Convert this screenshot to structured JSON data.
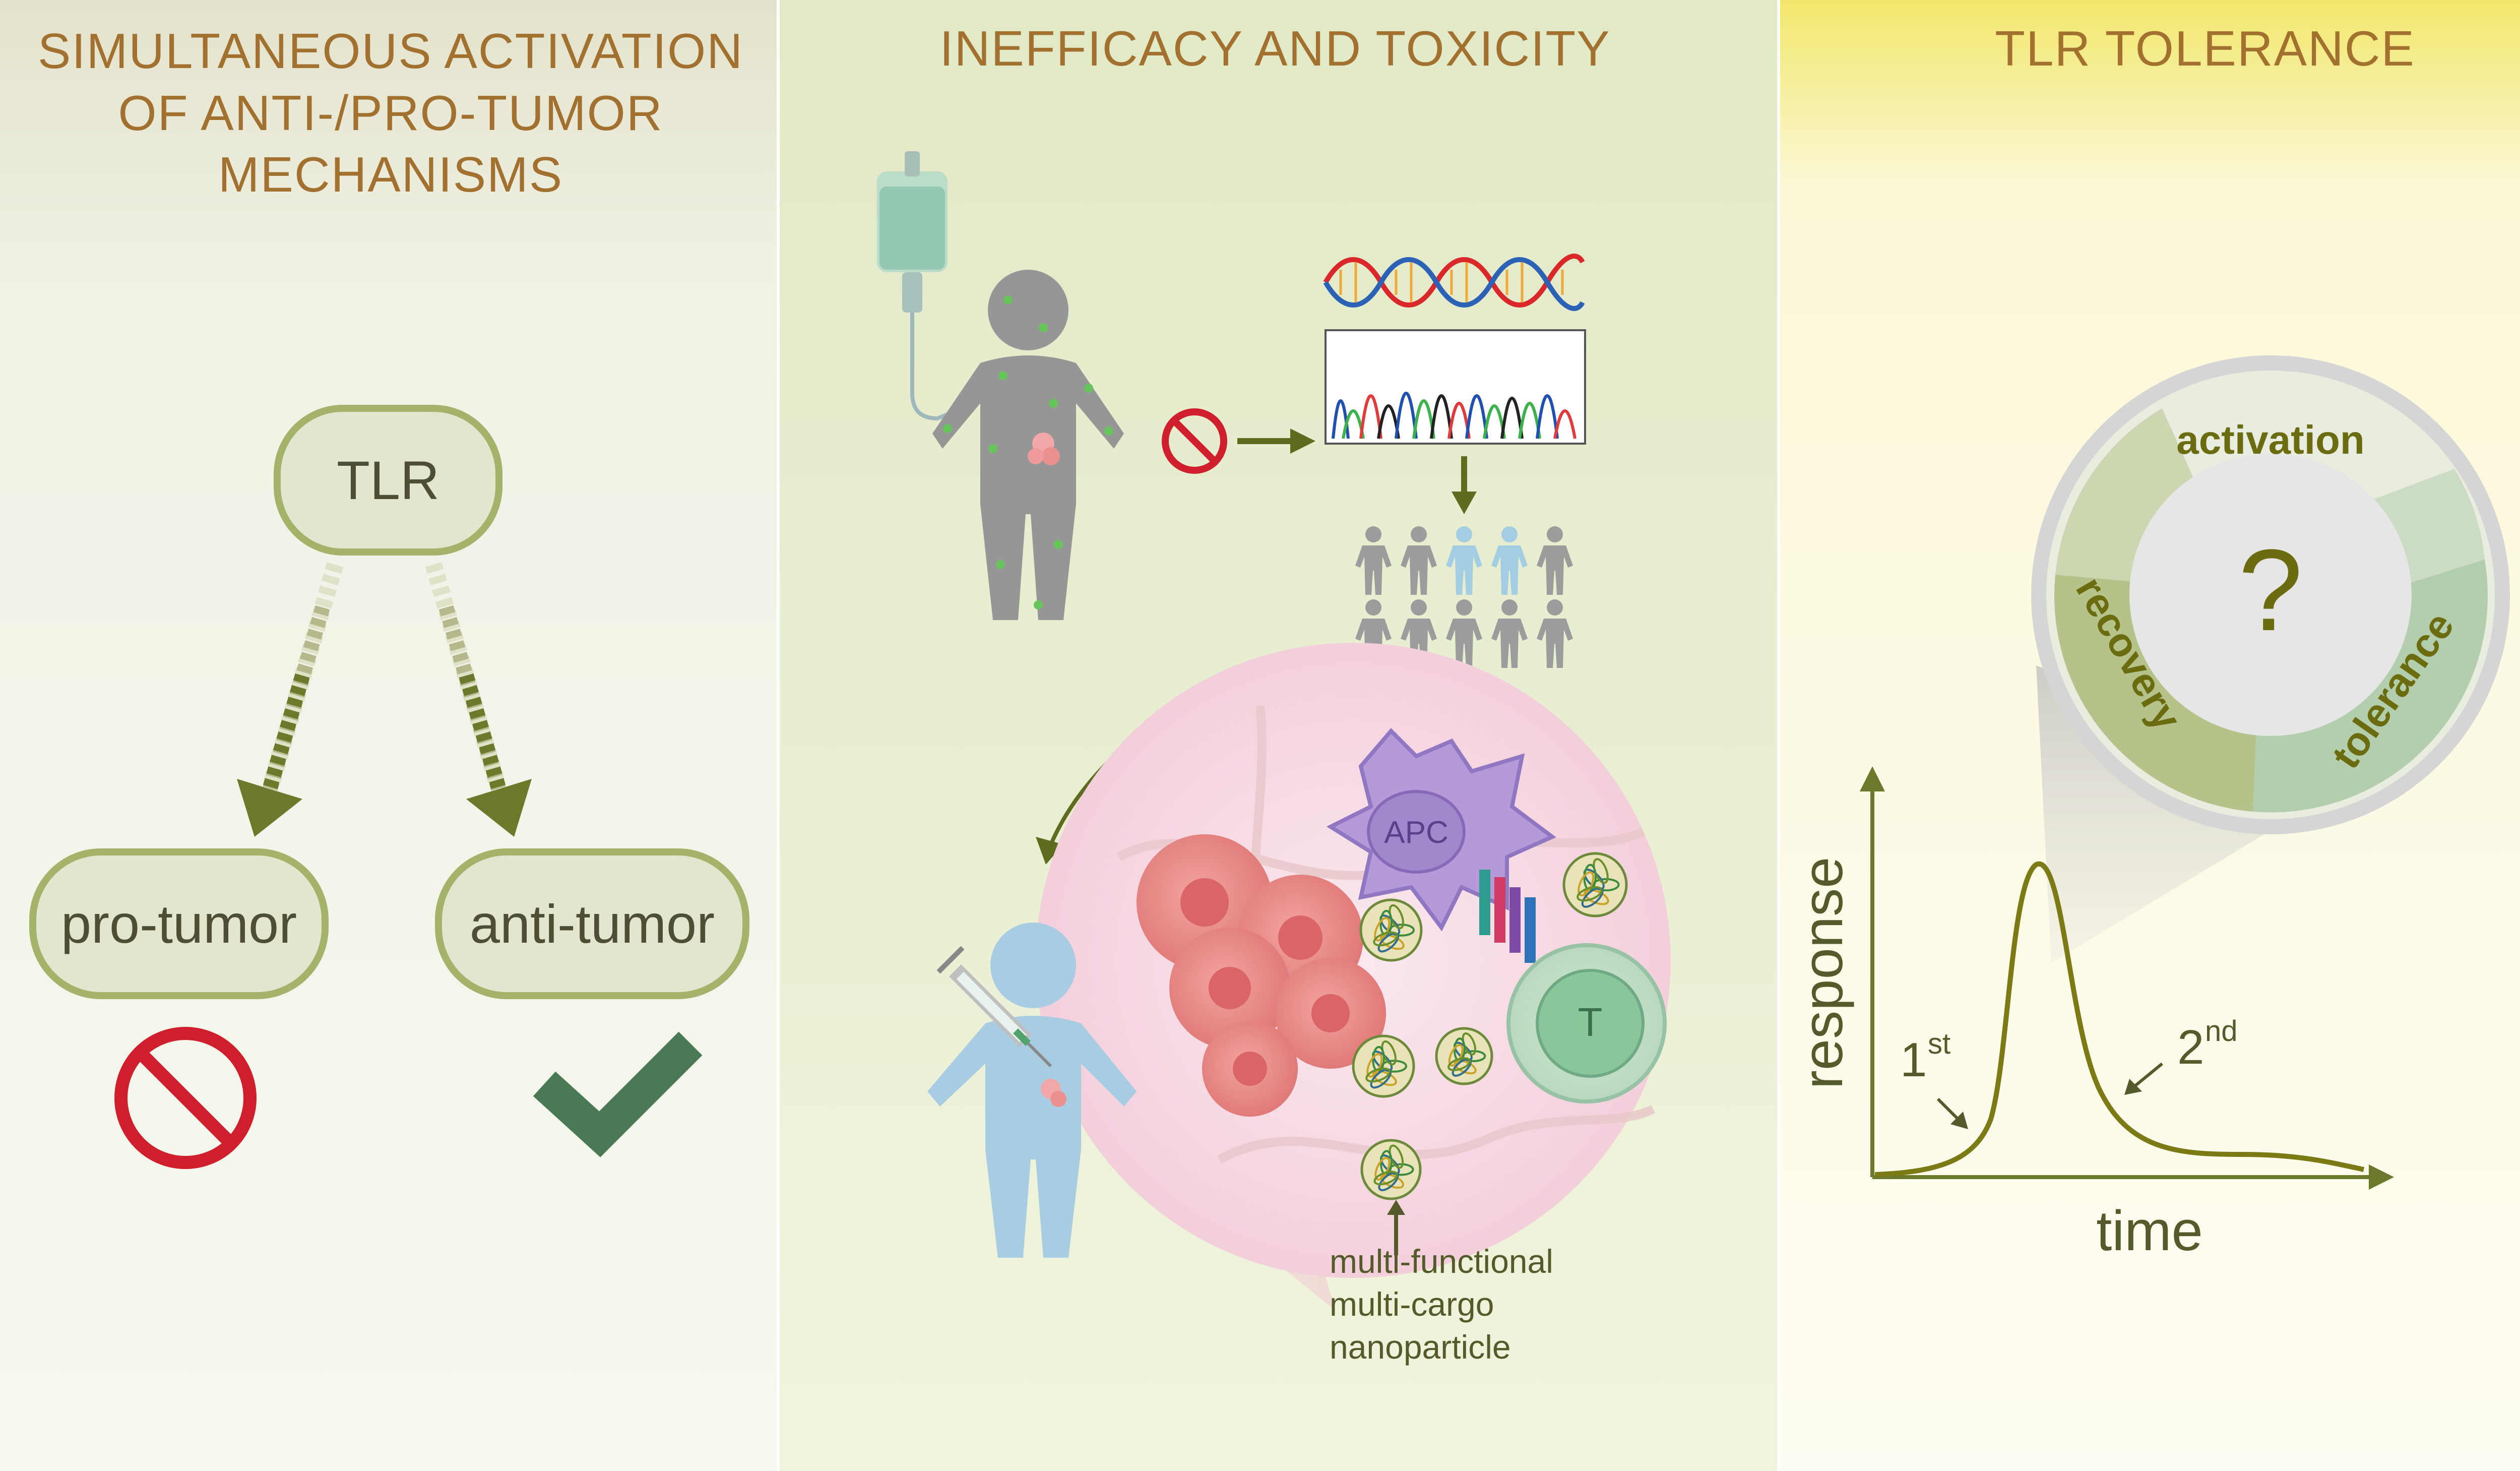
{
  "panels": [
    {
      "title_lines": [
        "SIMULTANEOUS ACTIVATION",
        "OF ANTI-/PRO-TUMOR",
        "MECHANISMS"
      ]
    },
    {
      "title_lines": [
        "INEFFICACY AND TOXICITY"
      ]
    },
    {
      "title_lines": [
        "TLR TOLERANCE"
      ]
    }
  ],
  "left": {
    "tlr": "TLR",
    "pro_tumor": "pro-tumor",
    "anti_tumor": "anti-tumor"
  },
  "middle": {
    "apc": "APC",
    "t_cell": "T",
    "nanoparticle_lines": [
      "multi-functional",
      "multi-cargo",
      "nanoparticle"
    ]
  },
  "right": {
    "cycle": {
      "top": "activation",
      "left": "recovery",
      "right": "tolerance",
      "center": "?"
    },
    "graph": {
      "ylabel": "response",
      "xlabel": "time",
      "first": {
        "base": "1",
        "sup": "st"
      },
      "second": {
        "base": "2",
        "sup": "nd"
      }
    }
  },
  "colors": {
    "title": "#a2712f",
    "olive": "#6b7a2a",
    "box_fill": "#e3e6cf",
    "box_stroke": "#a5b26a",
    "forbidden": "#d01f2c",
    "check": "#4a7a55"
  }
}
